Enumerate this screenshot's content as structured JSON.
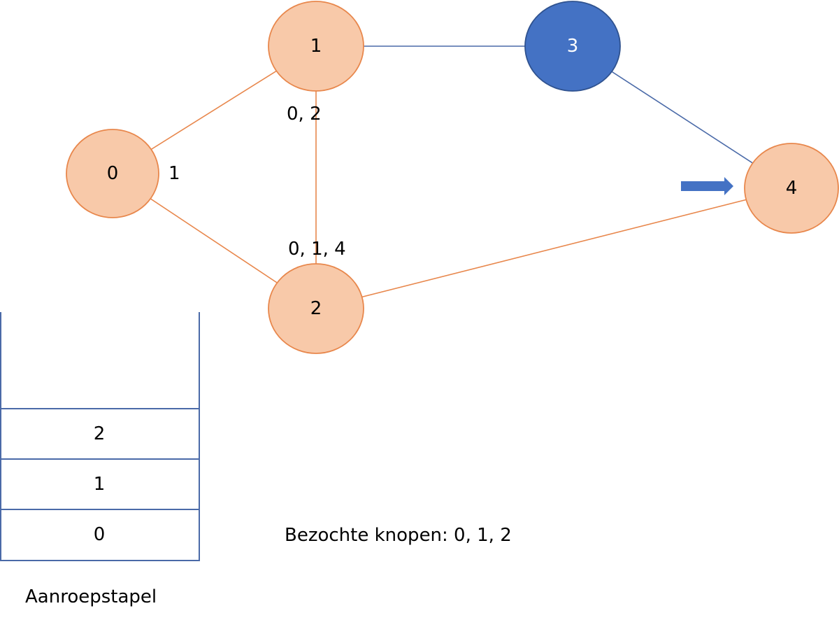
{
  "graph": {
    "nodes": [
      {
        "id": "0",
        "label": "0",
        "state": "visited"
      },
      {
        "id": "1",
        "label": "1",
        "state": "visited"
      },
      {
        "id": "2",
        "label": "2",
        "state": "visited"
      },
      {
        "id": "3",
        "label": "3",
        "state": "unvisited"
      },
      {
        "id": "4",
        "label": "4",
        "state": "visited"
      }
    ],
    "edges": [
      {
        "from": "0",
        "to": "1",
        "state": "visited"
      },
      {
        "from": "0",
        "to": "2",
        "state": "visited"
      },
      {
        "from": "1",
        "to": "2",
        "state": "visited"
      },
      {
        "from": "1",
        "to": "3",
        "state": "unvisited"
      },
      {
        "from": "3",
        "to": "4",
        "state": "unvisited"
      },
      {
        "from": "2",
        "to": "4",
        "state": "visited"
      }
    ],
    "adjacency_labels": {
      "node0": "1",
      "node1": "0, 2",
      "node2": "0, 1, 4"
    },
    "current_pointer": "4"
  },
  "colors": {
    "visited_fill": "#f8c9a9",
    "visited_stroke": "#e8874c",
    "unvisited_fill": "#4472c4",
    "unvisited_stroke": "#2f528f",
    "unvisited_edge": "#4a6aa8",
    "visited_edge": "#e8874c",
    "arrow": "#4472c4"
  },
  "stack": {
    "items": [
      "2",
      "1",
      "0"
    ],
    "caption": "Aanroepstapel"
  },
  "visited_text": "Bezochte knopen: 0, 1, 2"
}
